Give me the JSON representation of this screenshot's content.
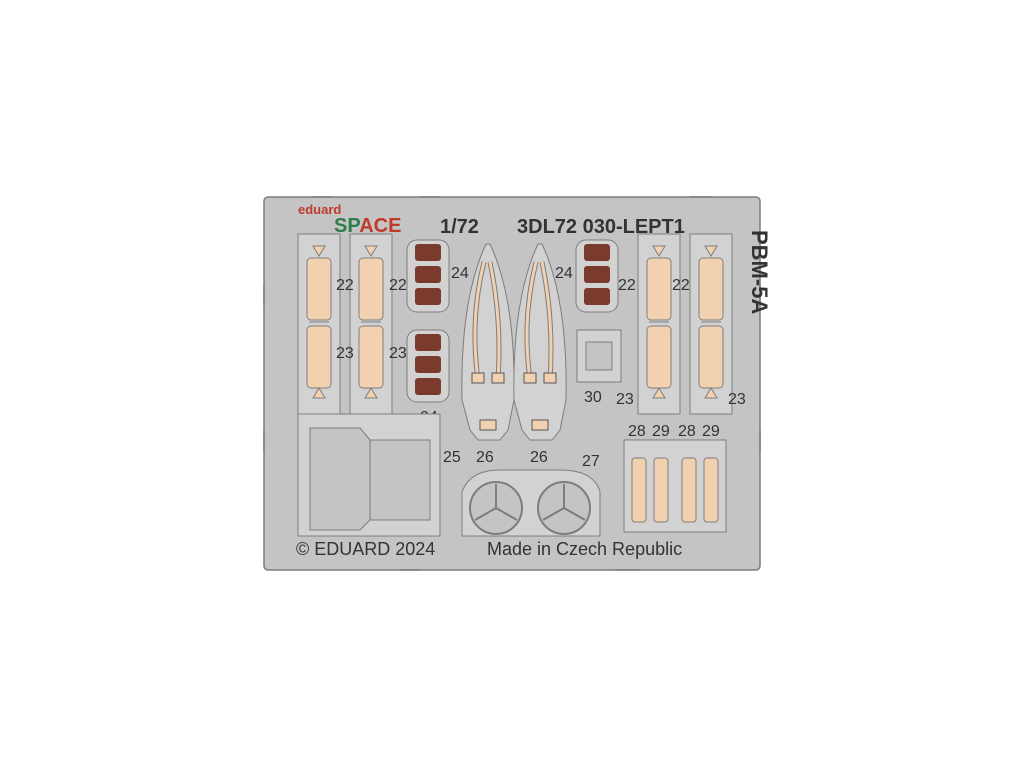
{
  "logo": {
    "top_word": "eduard",
    "main_word_a": "SP",
    "main_word_b": "ACE"
  },
  "header": {
    "scale": "1/72",
    "code": "3DL72 030-LEPT1"
  },
  "model_name": "PBM-5A",
  "footer": {
    "copyright": "© EDUARD 2024",
    "made_in": "Made in Czech Republic"
  },
  "part_numbers": {
    "n22": "22",
    "n23": "23",
    "n24": "24",
    "n25": "25",
    "n26": "26",
    "n27": "27",
    "n28": "28",
    "n29": "29",
    "n30": "30"
  },
  "colors": {
    "fret": "#c4c4c4",
    "fret_edge": "#7d7d7d",
    "panel": "#d2d2d2",
    "belt_fill": "#f1d1b0",
    "pad_red": "#7a3a2c",
    "logo_red": "#c0392b",
    "logo_green": "#2f7d4a",
    "text": "#333333"
  }
}
